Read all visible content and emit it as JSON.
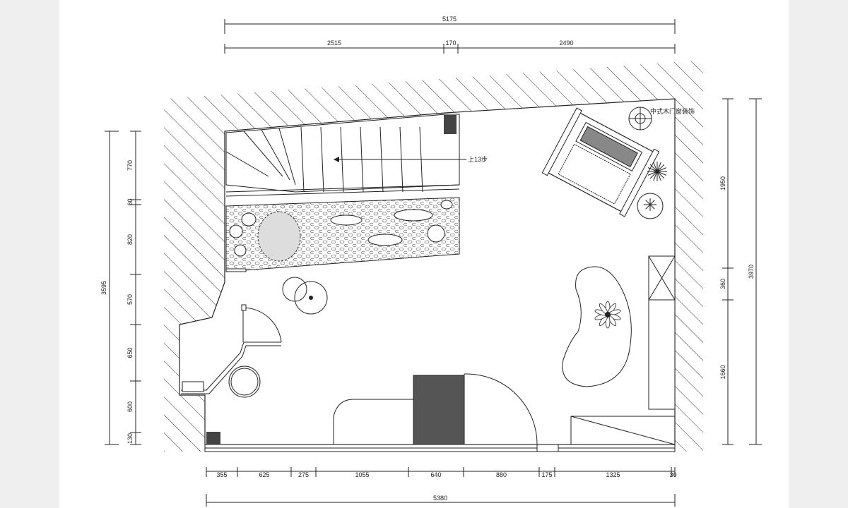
{
  "plan": {
    "top_dims": {
      "overall": "5175",
      "segments": [
        "2515",
        "170",
        "2490"
      ]
    },
    "bottom_dims": {
      "overall": "5380",
      "segments": [
        "355",
        "625",
        "275",
        "1055",
        "640",
        "880",
        "175",
        "1325",
        "30"
      ]
    },
    "left_dims": {
      "overall": "3595",
      "segments": [
        "770",
        "60",
        "820",
        "570",
        "650",
        "600",
        "130"
      ]
    },
    "right_dims": {
      "overall": "3970",
      "segments": [
        "1950",
        "360",
        "1660"
      ]
    },
    "labels": {
      "stair_note": "上13步",
      "door_note": "中式木门窗装饰"
    }
  }
}
